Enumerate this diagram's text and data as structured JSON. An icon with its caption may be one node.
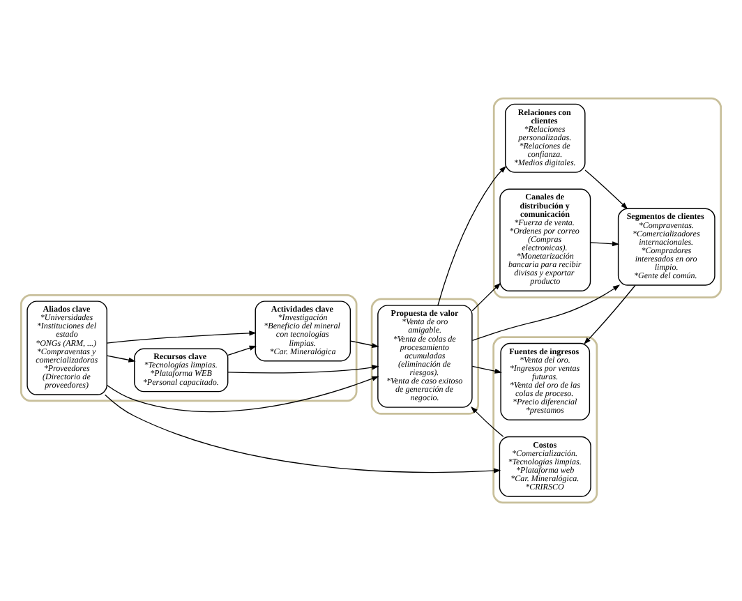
{
  "diagram": {
    "nodes": [
      {
        "text": [],
        "shape": "box"
      },
      {
        "text": [
          "Actividades clave",
          "*Investigación",
          "*Beneficio del mineral con tecnologias limpias.",
          "*Car. Mineralógica"
        ],
        "in": 0
      },
      {
        "text": [
          "Aliados clave",
          "*Universidades",
          "*Instituciones del estado",
          "*ONGs (ARM, ...)",
          "*Compraventas y comercializadoras",
          "*Proveedores (Directorio de proveedores)"
        ],
        "in": 0
      },
      {
        "text": [
          "Recursos clave",
          "*Tecnologías limpias.",
          "*Plataforma WEB",
          "*Personal capacitado."
        ],
        "in": 0
      },
      {
        "text": [],
        "shape": "box"
      },
      {
        "text": [
          "Propuesta de valor",
          "*Venta de oro amigable.",
          "*Venta de colas de procesamiento acumuladas (eliminación de riesgos).",
          "*Venta de caso exitoso de generación de negocio."
        ],
        "in": 4
      },
      {
        "text": [],
        "shape": "box"
      },
      {
        "text": [
          "Relaciones con clientes",
          "*Relaciones personalizadas.",
          "*Relaciones de confianza.",
          "*Medios digitales."
        ],
        "in": 6
      },
      {
        "text": [
          "Segmentos de clientes",
          "*Compraventas.",
          "*Comercializadores internacionales.",
          "*Compradores interesados en oro limpio.",
          "*Gente del común."
        ],
        "in": 6
      },
      {
        "text": [
          "Canales de distribución y comunicación",
          "*Fuerza de venta.",
          "*Ordenes por correo (Compras electronicas).",
          "*Monetarización bancaria para recibir divisas y exportar producto"
        ],
        "in": 6
      },
      {
        "text": [],
        "shape": "box"
      },
      {
        "text": [
          "Costos",
          "*Comercialización.",
          "*Tecnologías limpias.",
          "*Plataforma web",
          "*Car. Mineralógica.",
          "*CRIRSCO"
        ],
        "in": 10
      },
      {
        "text": [
          "Fuentes de ingresos",
          "*Venta del oro.",
          "*Ingresos por ventas futuras.",
          "*Venta del oro de las colas de proceso.",
          "*Precio diferencial",
          "*prestamos"
        ],
        "in": 10
      }
    ],
    "edges": [
      {
        "from": 2,
        "to": 1,
        "arrow": "to"
      },
      {
        "from": 2,
        "to": 5,
        "arrow": "to"
      },
      {
        "from": 2,
        "to": 3,
        "arrow": "to"
      },
      {
        "from": 2,
        "to": 11,
        "arrow": "to"
      },
      {
        "from": 3,
        "to": 1,
        "arrow": "to"
      },
      {
        "from": 3,
        "to": 5,
        "arrow": "to"
      },
      {
        "from": 1,
        "to": 5,
        "arrow": "to"
      },
      {
        "from": 11,
        "to": 5,
        "arrow": "to"
      },
      {
        "from": 5,
        "to": 7,
        "arrow": "to"
      },
      {
        "from": 5,
        "to": 8,
        "arrow": "to"
      },
      {
        "from": 5,
        "to": 9,
        "arrow": "to"
      },
      {
        "from": 5,
        "to": 12,
        "arrow": "to"
      },
      {
        "from": 7,
        "to": 8,
        "arrow": "to"
      },
      {
        "from": 9,
        "to": 8,
        "arrow": "to"
      },
      {
        "from": 8,
        "to": 12,
        "arrow": "to"
      }
    ]
  }
}
